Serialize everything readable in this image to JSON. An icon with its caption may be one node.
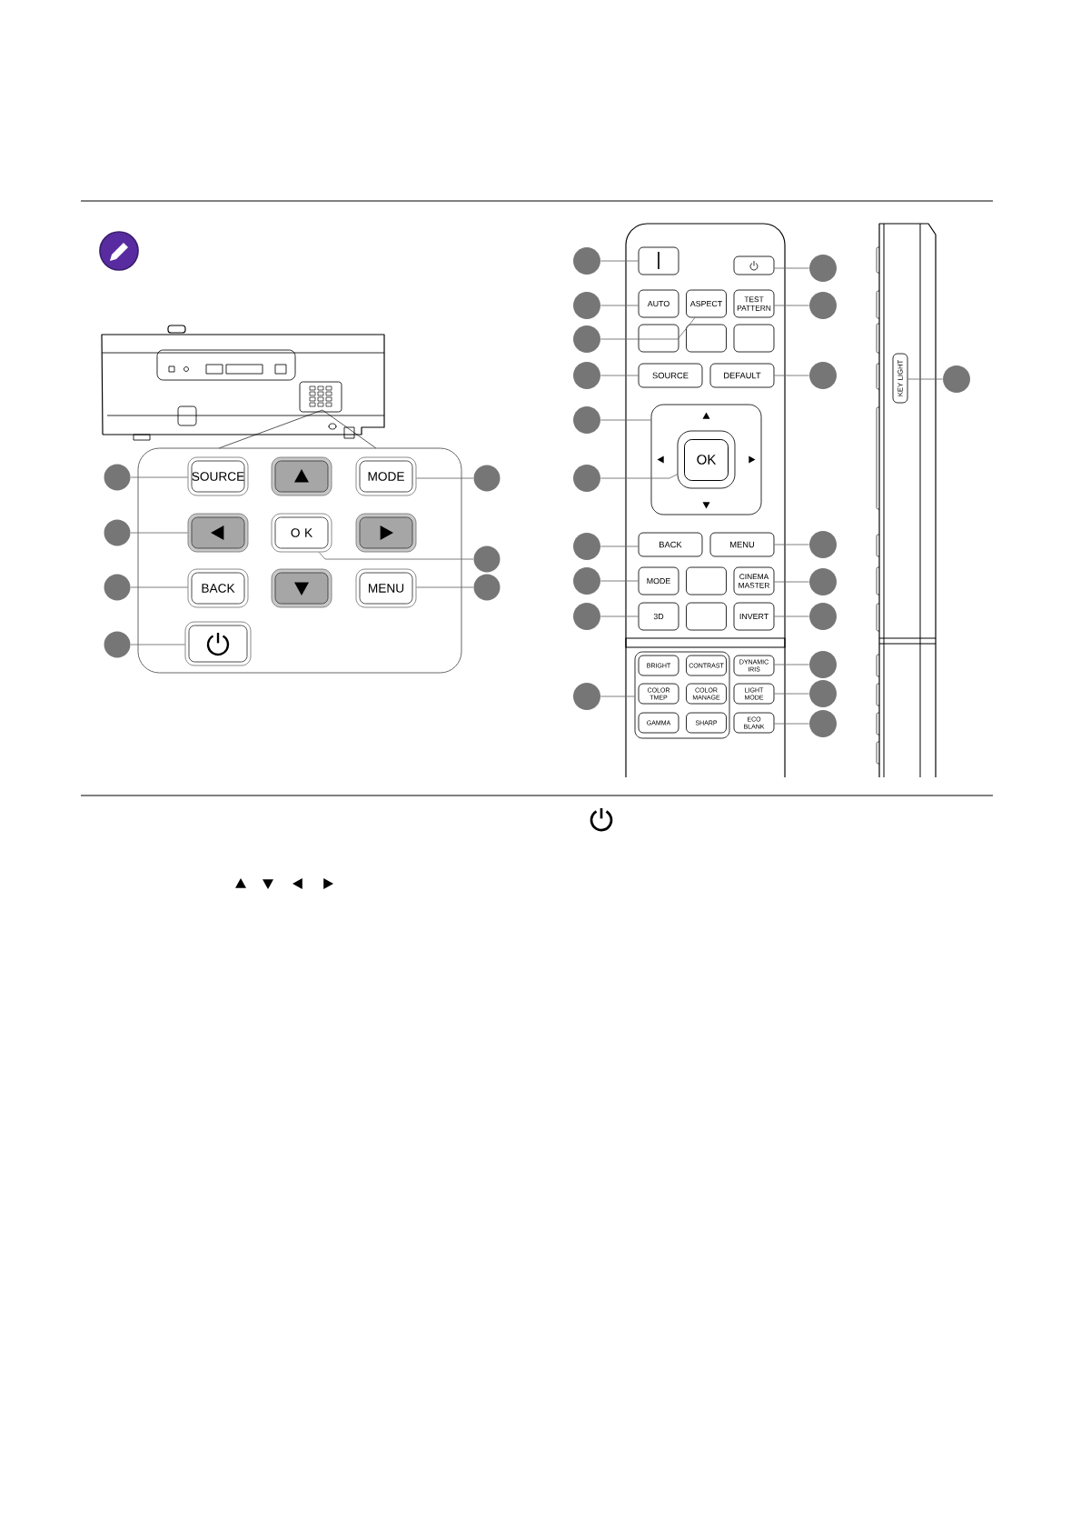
{
  "diagram": {
    "nodes": [
      {
        "text": [],
        "shape": "box"
      },
      {
        "text": [
          "SOURCE"
        ],
        "in": 0
      },
      {
        "text": [],
        "shape": "box",
        "in": 0
      },
      {
        "text": [
          "MODE"
        ],
        "in": 0
      },
      {
        "text": [],
        "shape": "box",
        "in": 0
      },
      {
        "text": [
          "O K"
        ],
        "in": 0
      },
      {
        "text": [],
        "shape": "box",
        "in": 0
      },
      {
        "text": [
          "BACK"
        ],
        "in": 0
      },
      {
        "text": [],
        "shape": "box",
        "in": 0
      },
      {
        "text": [
          "MENU"
        ],
        "in": 0
      },
      {
        "text": [],
        "shape": "box",
        "in": 0
      },
      {
        "text": [],
        "shape": "circle"
      },
      {
        "text": [],
        "shape": "circle"
      },
      {
        "text": [],
        "shape": "circle"
      },
      {
        "text": [],
        "shape": "circle"
      },
      {
        "text": [],
        "shape": "circle"
      },
      {
        "text": [],
        "shape": "circle"
      },
      {
        "text": [],
        "shape": "circle"
      },
      {
        "text": [],
        "shape": "box"
      },
      {
        "text": [],
        "shape": "box"
      },
      {
        "text": [
          "AUTO"
        ]
      },
      {
        "text": [
          "ASPECT"
        ]
      },
      {
        "text": [
          "TEST PATTERN"
        ]
      },
      {
        "text": [],
        "shape": "box"
      },
      {
        "text": [],
        "shape": "box"
      },
      {
        "text": [],
        "shape": "box"
      },
      {
        "text": [
          "SOURCE"
        ]
      },
      {
        "text": [
          "DEFAULT"
        ]
      },
      {
        "text": [],
        "shape": "box"
      },
      {
        "text": [
          "OK"
        ],
        "in": 28
      },
      {
        "text": [
          "BACK"
        ]
      },
      {
        "text": [
          "MENU"
        ]
      },
      {
        "text": [
          "MODE"
        ]
      },
      {
        "text": [],
        "shape": "box"
      },
      {
        "text": [
          "CINEMA MASTER"
        ]
      },
      {
        "text": [
          "3D"
        ]
      },
      {
        "text": [],
        "shape": "box"
      },
      {
        "text": [
          "INVERT"
        ]
      },
      {
        "text": [],
        "shape": "box"
      },
      {
        "text": [
          "BRIGHT"
        ],
        "in": 38
      },
      {
        "text": [
          "CONTRAST"
        ],
        "in": 38
      },
      {
        "text": [
          "DYNAMIC IRIS"
        ]
      },
      {
        "text": [
          "COLOR TMEP"
        ],
        "in": 38
      },
      {
        "text": [
          "COLOR MANAGE"
        ],
        "in": 38
      },
      {
        "text": [
          "LIGHT MODE"
        ]
      },
      {
        "text": [
          "GAMMA"
        ],
        "in": 38
      },
      {
        "text": [
          "SHARP"
        ],
        "in": 38
      },
      {
        "text": [
          "ECO BLANK"
        ]
      },
      {
        "text": [
          "KEY LIGHT"
        ]
      },
      {
        "text": [],
        "shape": "circle"
      },
      {
        "text": [],
        "shape": "circle"
      },
      {
        "text": [],
        "shape": "circle"
      },
      {
        "text": [],
        "shape": "circle"
      },
      {
        "text": [],
        "shape": "circle"
      },
      {
        "text": [],
        "shape": "circle"
      },
      {
        "text": [],
        "shape": "circle"
      },
      {
        "text": [],
        "shape": "circle"
      },
      {
        "text": [],
        "shape": "circle"
      },
      {
        "text": [],
        "shape": "circle"
      },
      {
        "text": [],
        "shape": "circle"
      },
      {
        "text": [],
        "shape": "circle"
      },
      {
        "text": [],
        "shape": "circle"
      },
      {
        "text": [],
        "shape": "circle"
      },
      {
        "text": [],
        "shape": "circle"
      },
      {
        "text": [],
        "shape": "circle"
      },
      {
        "text": [],
        "shape": "circle"
      },
      {
        "text": [],
        "shape": "circle"
      },
      {
        "text": [],
        "shape": "circle"
      },
      {
        "text": [],
        "shape": "circle"
      }
    ],
    "edges": [
      {
        "from": 11,
        "to": 1,
        "arrow": "none"
      },
      {
        "from": 12,
        "to": 4,
        "arrow": "none"
      },
      {
        "from": 13,
        "to": 7,
        "arrow": "none"
      },
      {
        "from": 14,
        "to": 10,
        "arrow": "none"
      },
      {
        "from": 15,
        "to": 3,
        "arrow": "none"
      },
      {
        "from": 16,
        "to": 5,
        "arrow": "none"
      },
      {
        "from": 17,
        "to": 9,
        "arrow": "none"
      },
      {
        "from": 49,
        "to": 18,
        "arrow": "none"
      },
      {
        "from": 50,
        "to": 20,
        "arrow": "none"
      },
      {
        "from": 51,
        "to": 21,
        "arrow": "none"
      },
      {
        "from": 52,
        "to": 26,
        "arrow": "none"
      },
      {
        "from": 53,
        "to": 28,
        "arrow": "none"
      },
      {
        "from": 54,
        "to": 29,
        "arrow": "none"
      },
      {
        "from": 55,
        "to": 30,
        "arrow": "none"
      },
      {
        "from": 56,
        "to": 32,
        "arrow": "none"
      },
      {
        "from": 57,
        "to": 35,
        "arrow": "none"
      },
      {
        "from": 58,
        "to": 38,
        "arrow": "none"
      },
      {
        "from": 59,
        "to": 19,
        "arrow": "none"
      },
      {
        "from": 60,
        "to": 22,
        "arrow": "none"
      },
      {
        "from": 61,
        "to": 27,
        "arrow": "none"
      },
      {
        "from": 62,
        "to": 31,
        "arrow": "none"
      },
      {
        "from": 63,
        "to": 34,
        "arrow": "none"
      },
      {
        "from": 64,
        "to": 37,
        "arrow": "none"
      },
      {
        "from": 65,
        "to": 41,
        "arrow": "none"
      },
      {
        "from": 66,
        "to": 44,
        "arrow": "none"
      },
      {
        "from": 67,
        "to": 47,
        "arrow": "none"
      },
      {
        "from": 68,
        "to": 48,
        "arrow": "none"
      }
    ]
  }
}
